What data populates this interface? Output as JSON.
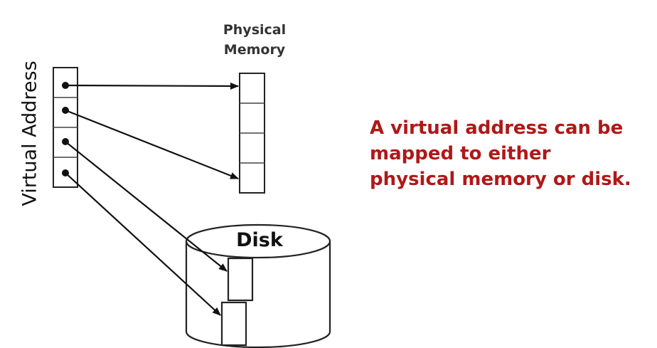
{
  "labels": {
    "virtual_address": "Virtual Address",
    "physical_memory": [
      "Physical",
      "Memory"
    ],
    "disk": "Disk"
  },
  "caption": {
    "lines": [
      "A virtual address can be",
      "mapped to either",
      "physical memory or disk."
    ],
    "color": "#b01818"
  },
  "mappings": [
    {
      "from": "virtual-slot-1",
      "to": "physical-slot-1"
    },
    {
      "from": "virtual-slot-2",
      "to": "physical-slot-4"
    },
    {
      "from": "virtual-slot-3",
      "to": "disk-block-upper"
    },
    {
      "from": "virtual-slot-4",
      "to": "disk-block-lower"
    }
  ]
}
